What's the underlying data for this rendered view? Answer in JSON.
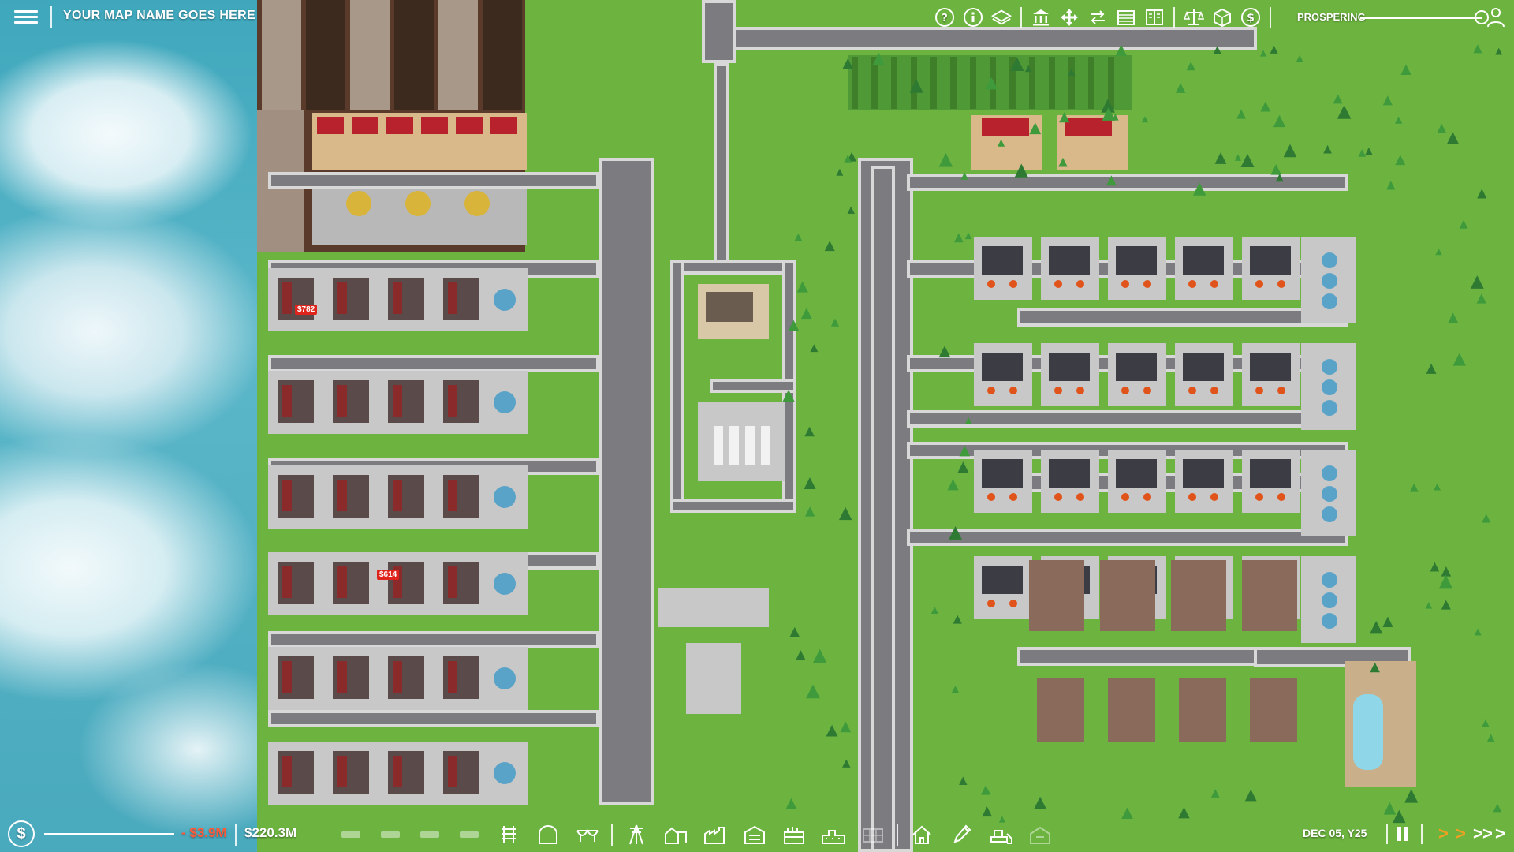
{
  "header": {
    "map_name": "YOUR MAP NAME GOES HERE",
    "status_label": "PROSPERING"
  },
  "toolbar_top": {
    "icons": [
      "help-icon",
      "info-icon",
      "layers-icon",
      "bank-icon",
      "move-icon",
      "trade-arrows-icon",
      "warehouse-icon",
      "book-icon",
      "balance-scale-icon",
      "package-icon",
      "dollar-coin-icon"
    ]
  },
  "footer": {
    "money_delta": "- $3.9M",
    "balance": "$220.3M",
    "date": "DEC 05, Y25",
    "speed_1": ">",
    "speed_2": ">",
    "speed_3": ">",
    "speed_4": ">",
    "speed_5": ">"
  },
  "map_labels": {
    "tag_a": "$782",
    "tag_b": "$614"
  },
  "colors": {
    "grass": "#6cb43f",
    "road": "#7b7b80",
    "road_edge": "#d8d8d8",
    "loss": "#ff5a3a",
    "speed_active": "#f0a020",
    "price_tag": "#e0241b"
  }
}
